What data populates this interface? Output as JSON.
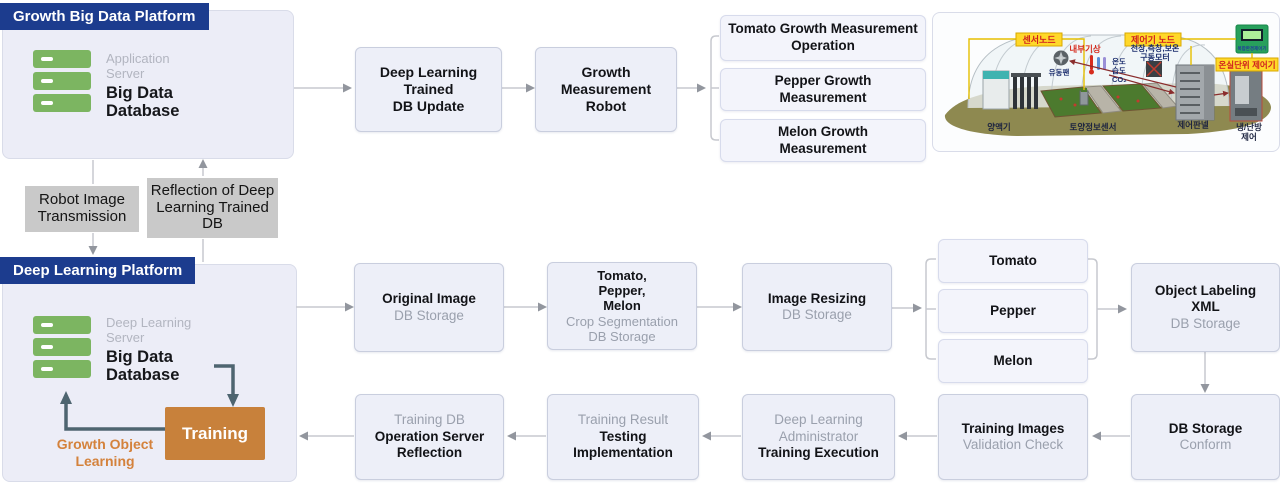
{
  "colors": {
    "header_blue": "#1c3c8e",
    "panel_bg": "#ecedf7",
    "flow_box_bg": "#edeff8",
    "gray_box_bg": "#c9c9c9",
    "server_green": "#7cb561",
    "training_orange": "#c8813b",
    "loop_slate": "#4e6570",
    "arrow_gray": "#92969e"
  },
  "growth_platform": {
    "title": "Growth Big Data Platform",
    "server_caption": "Application Server",
    "server_title": "Big Data Database"
  },
  "deep_platform": {
    "title": "Deep Learning Platform",
    "server_caption": "Deep Learning Server",
    "server_title": "Big Data Database",
    "training_label": "Training",
    "loop_label": "Growth Object Learning"
  },
  "transfer": {
    "robot_image": "Robot Image Transmission",
    "reflection": "Reflection of Deep Learning Trained DB"
  },
  "measurement_flow": {
    "db_update_lines": [
      "Deep Learning",
      "Trained",
      "DB Update"
    ],
    "robot_lines": [
      "Growth",
      "Measurement",
      "Robot"
    ],
    "outputs": [
      "Tomato Growth Measurement Operation",
      "Pepper Growth Measurement",
      "Melon Growth Measurement"
    ]
  },
  "learning_flow": {
    "original_image": {
      "main": "Original Image",
      "sub": "DB Storage"
    },
    "crop_segmentation": {
      "main_lines": [
        "Tomato,",
        "Pepper,",
        "Melon"
      ],
      "sub_lines": [
        "Crop Segmentation",
        "DB Storage"
      ]
    },
    "image_resizing": {
      "main": "Image Resizing",
      "sub": "DB Storage"
    },
    "crops": [
      "Tomato",
      "Pepper",
      "Melon"
    ],
    "object_labeling": {
      "main": "Object Labeling XML",
      "sub": "DB Storage"
    }
  },
  "training_flow": {
    "operation_reflection": {
      "sub": "Training DB",
      "main": "Operation Server Reflection"
    },
    "testing": {
      "sub": "Training Result",
      "main": "Testing Implementation"
    },
    "training_execution": {
      "sub": "Deep Learning Administrator",
      "main": "Training Execution"
    },
    "validation": {
      "main": "Training Images",
      "sub": "Validation Check"
    },
    "db_conform": {
      "main": "DB Storage",
      "sub": "Conform"
    }
  },
  "greenhouse": {
    "sensor_node": "센서노드",
    "controller_node": "제어기 노드",
    "unit_controller": "온실단위 제어기",
    "device_caption": "복합환경제어기",
    "internal_weather": "내부기상",
    "motor_line1": "천장,측창,보온",
    "motor_line2": "구동모터",
    "fan": "유동팬",
    "temperature": "온도",
    "humidity": "습도",
    "co2": "CO₂",
    "nutrient_machine": "양액기",
    "soil_sensor": "토양정보센서",
    "control_panel": "제어판넬",
    "hvac_line1": "냉/난방",
    "hvac_line2": "제어"
  }
}
